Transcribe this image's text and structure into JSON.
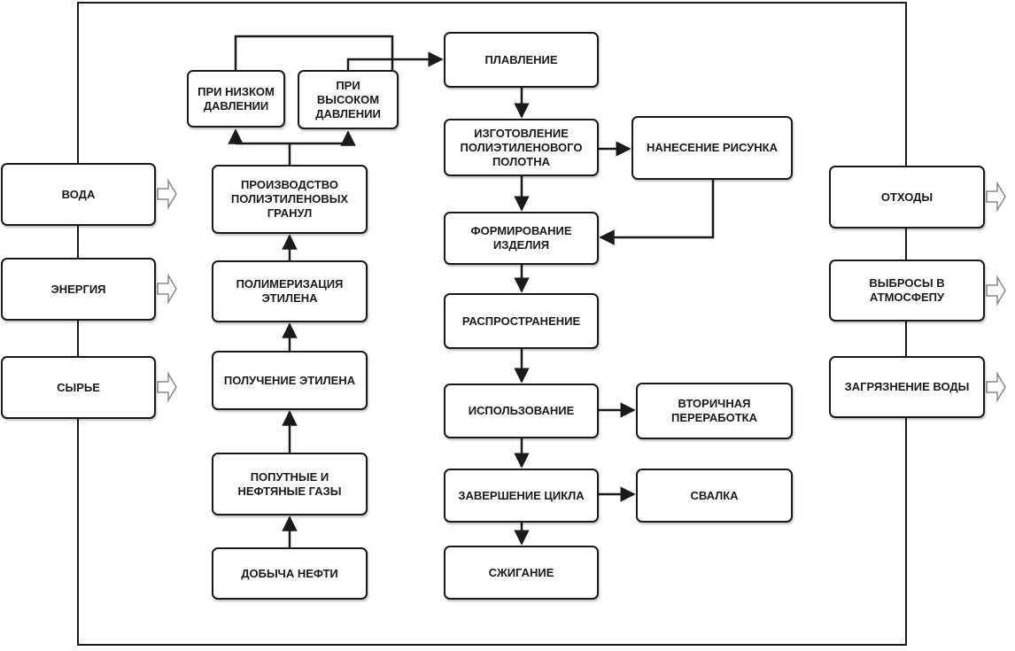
{
  "colors": {
    "stroke": "#1a1a1a",
    "background": "#ffffff",
    "arrow_outline": "#888888"
  },
  "inputs": [
    {
      "id": "water",
      "label": "ВОДА"
    },
    {
      "id": "energy",
      "label": "ЭНЕРГИЯ"
    },
    {
      "id": "raw",
      "label": "СЫРЬЕ"
    }
  ],
  "production": [
    {
      "id": "oil",
      "label": "ДОБЫЧА НЕФТИ"
    },
    {
      "id": "gases",
      "label": "ПОПУТНЫЕ И\nНЕФТЯНЫЕ ГАЗЫ"
    },
    {
      "id": "ethylene",
      "label": "ПОЛУЧЕНИЕ ЭТИЛЕНА"
    },
    {
      "id": "polymer",
      "label": "ПОЛИМЕРИЗАЦИЯ\nЭТИЛЕНА"
    },
    {
      "id": "granules",
      "label": "ПРОИЗВОДСТВО\nПОЛИЭТИЛЕНОВЫХ\nГРАНУЛ"
    },
    {
      "id": "lowp",
      "label": "ПРИ НИЗКОМ\nДАВЛЕНИИ"
    },
    {
      "id": "highp",
      "label": "ПРИ\nВЫСОКОМ\nДАВЛЕНИИ"
    }
  ],
  "lifecycle": [
    {
      "id": "melt",
      "label": "ПЛАВЛЕНИЕ"
    },
    {
      "id": "sheet",
      "label": "ИЗГОТОВЛЕНИЕ\nПОЛИЭТИЛЕНОВОГО\nПОЛОТНА"
    },
    {
      "id": "print",
      "label": "НАНЕСЕНИЕ РИСУНКА"
    },
    {
      "id": "form",
      "label": "ФОРМИРОВАНИЕ\nИЗДЕЛИЯ"
    },
    {
      "id": "distrib",
      "label": "РАСПРОСТРАНЕНИЕ"
    },
    {
      "id": "use",
      "label": "ИСПОЛЬЗОВАНИЕ"
    },
    {
      "id": "recycle",
      "label": "ВТОРИЧНАЯ\nПЕРЕРАБОТКА"
    },
    {
      "id": "end",
      "label": "ЗАВЕРШЕНИЕ ЦИКЛА"
    },
    {
      "id": "landfill",
      "label": "СВАЛКА"
    },
    {
      "id": "burn",
      "label": "СЖИГАНИЕ"
    }
  ],
  "outputs": [
    {
      "id": "waste",
      "label": "ОТХОДЫ"
    },
    {
      "id": "emissions",
      "label": "ВЫБРОСЫ В\nАТМОСФЕПУ"
    },
    {
      "id": "waterpoll",
      "label": "ЗАГРЯЗНЕНИЕ ВОДЫ"
    }
  ]
}
